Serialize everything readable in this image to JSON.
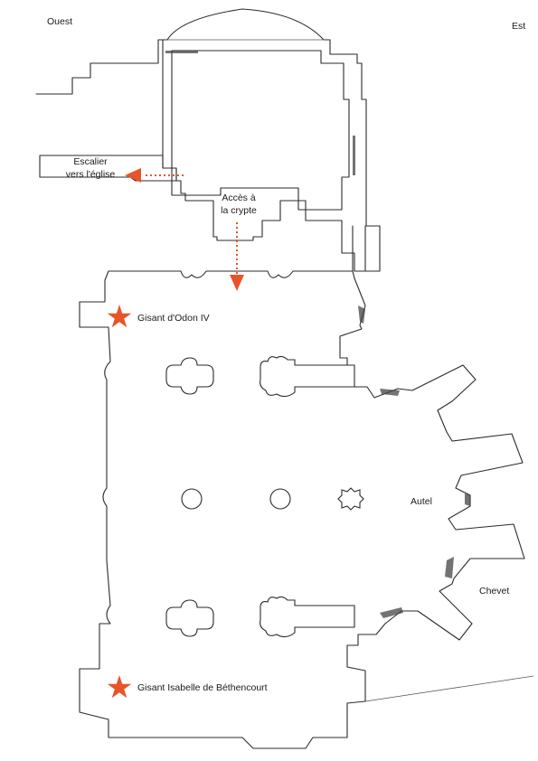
{
  "labels": {
    "west": "Ouest",
    "east": "Est",
    "stair_line1": "Escalier",
    "stair_line2": "vers l'église",
    "access_line1": "Accès à",
    "access_line2": "la crypte",
    "gisant_odon": "Gisant d'Odon IV",
    "gisant_isabelle": "Gisant Isabelle de Béthencourt",
    "altar": "Autel",
    "chevet": "Chevet"
  },
  "colors": {
    "accent": "#e8542a",
    "wall": "#2b2b2b",
    "background": "#ffffff"
  },
  "icons": {
    "marker": "star-icon",
    "direction": "arrow-icon"
  }
}
